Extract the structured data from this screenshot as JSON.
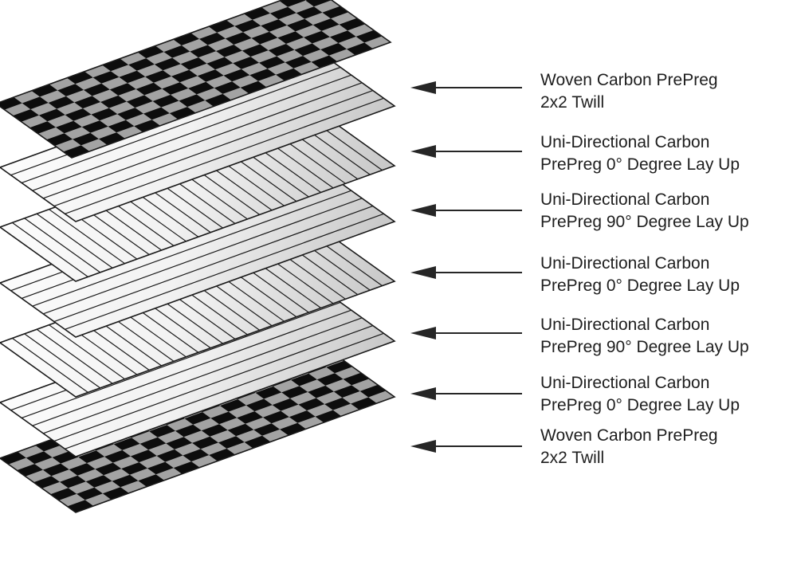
{
  "layers": [
    {
      "type": "woven",
      "line1": "Woven Carbon PrePreg",
      "line2": "2x2 Twill"
    },
    {
      "type": "ud0",
      "line1": "Uni-Directional Carbon",
      "line2": "PrePreg 0° Degree Lay Up"
    },
    {
      "type": "ud90",
      "line1": "Uni-Directional Carbon",
      "line2": "PrePreg 90° Degree Lay Up"
    },
    {
      "type": "ud0",
      "line1": "Uni-Directional Carbon",
      "line2": "PrePreg 0° Degree Lay Up"
    },
    {
      "type": "ud90",
      "line1": "Uni-Directional Carbon",
      "line2": "PrePreg 90° Degree Lay Up"
    },
    {
      "type": "ud0",
      "line1": "Uni-Directional Carbon",
      "line2": "PrePreg 0° Degree Lay Up"
    },
    {
      "type": "woven",
      "line1": "Woven Carbon PrePreg",
      "line2": "2x2 Twill"
    }
  ],
  "colors": {
    "woven_dark": "#0d0d0d",
    "woven_light": "#a3a3a3",
    "ply_light": "#ffffff",
    "ply_shade": "#cfcfcf",
    "arrow": "#262626",
    "text": "#1e1e1e"
  }
}
